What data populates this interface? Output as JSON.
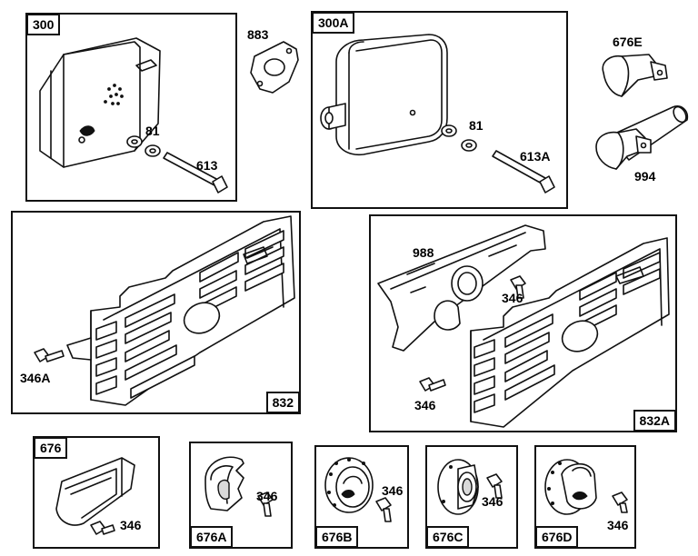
{
  "frames": {
    "muffler_300": "300",
    "muffler_300a": "300A",
    "guard_832": "832",
    "guard_832a": "832A",
    "deflector_676": "676",
    "deflector_676a": "676A",
    "deflector_676b": "676B",
    "deflector_676c": "676C",
    "deflector_676d": "676D"
  },
  "callouts": {
    "gasket": "883",
    "washer_300": "81",
    "bolt_300": "613",
    "washer_300a": "81",
    "bolt_300a": "613A",
    "clamp_676e": "676E",
    "pipe_994": "994",
    "bracket_988": "988",
    "screw_346_832a": "346",
    "screw_346_lower": "346",
    "screw_346a": "346A",
    "screw_346_676": "346",
    "screw_346_676a": "346",
    "screw_346_676b": "346",
    "screw_346_676c": "346",
    "screw_346_676d": "346"
  }
}
